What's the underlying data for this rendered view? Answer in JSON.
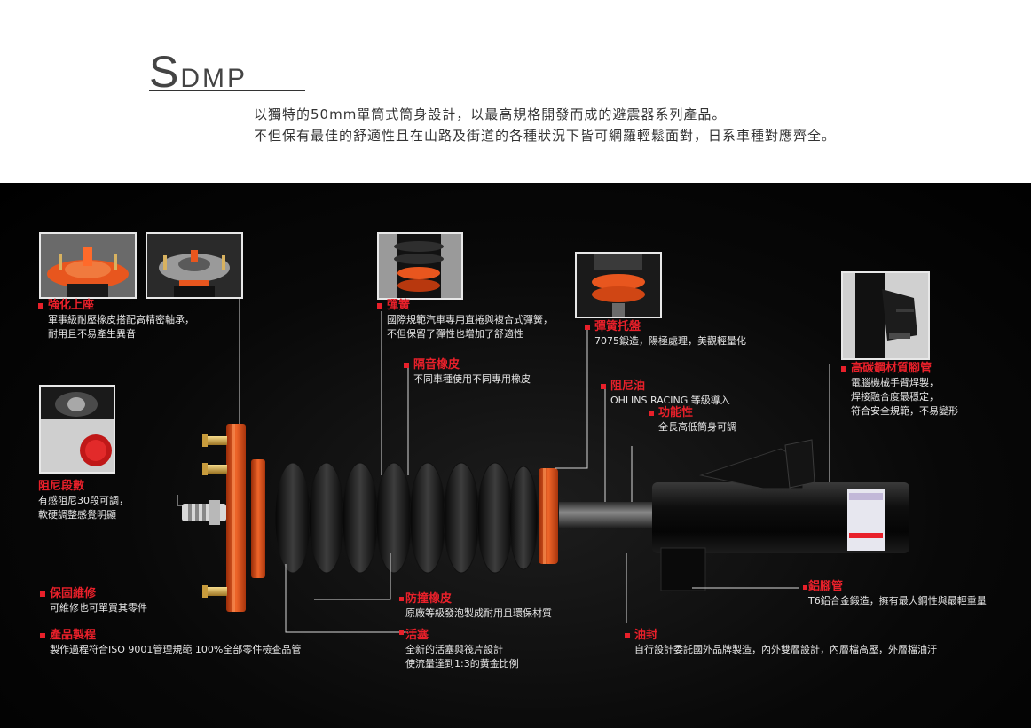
{
  "header": {
    "brand_initial": "S",
    "brand_rest": "DMP",
    "intro_line1": "以獨特的50mm單筒式筒身設計，以最高規格開發而成的避震器系列產品。",
    "intro_line2": "不但保有最佳的舒適性且在山路及街道的各種狀況下皆可網羅輕鬆面對，日系車種對應齊全。"
  },
  "colors": {
    "accent": "#e8202a",
    "orange": "#e8561e",
    "panel": "#000000"
  },
  "callouts": {
    "top_mount": {
      "title": "強化上座",
      "desc1": "軍事級耐壓橡皮搭配高精密軸承，",
      "desc2": "耐用且不易產生異音"
    },
    "spring": {
      "title": "彈簧",
      "desc1": "國際規範汽車專用直捲與複合式彈簧，",
      "desc2": "不但保留了彈性也增加了舒適性"
    },
    "spring_seat": {
      "title": "彈簧托盤",
      "desc1": "7075鍛造，陽極處理，美觀輕量化"
    },
    "insulator": {
      "title": "隔音橡皮",
      "desc1": "不同車種使用不同專用橡皮"
    },
    "damper_oil": {
      "title": "阻尼油",
      "desc1": "OHLINS RACING 等級導入"
    },
    "function": {
      "title": "功能性",
      "desc1": "全長高低筒身可調"
    },
    "body_tube": {
      "title": "高碳鋼材質腳管",
      "desc1": "電腦機械手臂焊製，",
      "desc2": "焊接融合度最穩定，",
      "desc3": "符合安全規範，不易變形"
    },
    "damping": {
      "title": "阻尼段數",
      "desc1": "有感阻尼30段可調，",
      "desc2": "軟硬調整感覺明顯"
    },
    "warranty": {
      "title": "保固維修",
      "desc1": "可維修也可單買其零件"
    },
    "manufacturing": {
      "title": "產品製程",
      "desc1": "製作過程符合ISO 9001管理規範 100%全部零件檢查品管"
    },
    "bump_stop": {
      "title": "防撞橡皮",
      "desc1": "原廠等級發泡製成耐用且環保材質"
    },
    "piston": {
      "title": "活塞",
      "desc1": "全新的活塞與筏片設計",
      "desc2": "使流量達到1:3的黃金比例"
    },
    "oil_seal": {
      "title": "油封",
      "desc1": "自行設計委託國外品牌製造，內外雙層設計，內層檔高壓，外層檔油汙"
    },
    "aluminum_tube": {
      "title": "鋁腳管",
      "desc1": "T6鋁合金鍛造，擁有最大鋼性與最輕重量"
    }
  }
}
